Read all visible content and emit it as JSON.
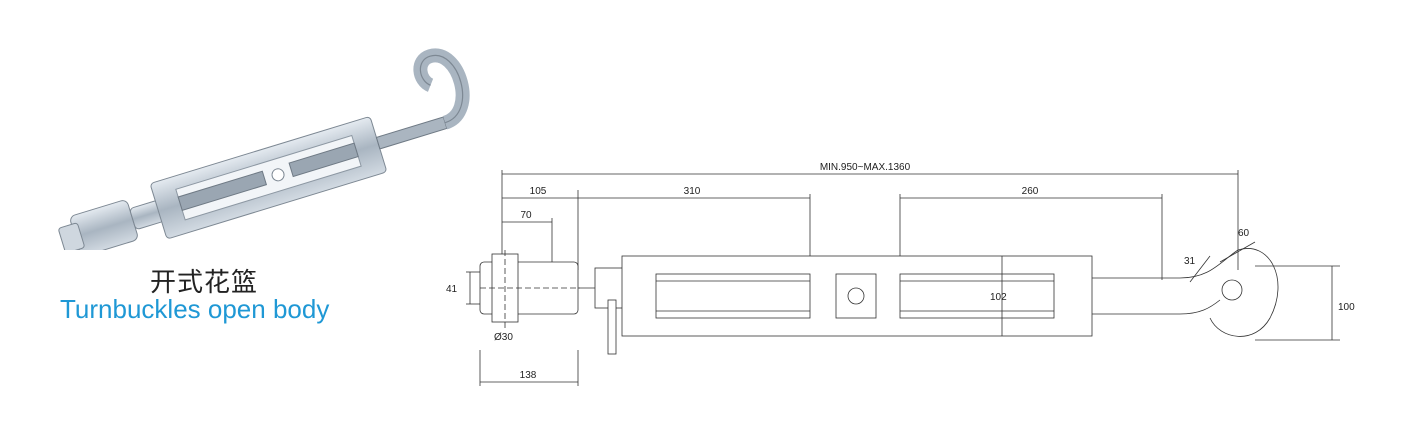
{
  "product": {
    "title_cn": "开式花篮",
    "title_en": "Turnbuckles open body"
  },
  "dimensions": {
    "overall": "MIN.950~MAX.1360",
    "d105": "105",
    "d70": "70",
    "d310": "310",
    "d260": "260",
    "d41": "41",
    "d30": "Ø30",
    "d138": "138",
    "d102": "102",
    "d31": "31",
    "d60": "60",
    "d100": "100"
  },
  "colors": {
    "accent": "#1f98d5",
    "metal": "#b9c4cf"
  }
}
